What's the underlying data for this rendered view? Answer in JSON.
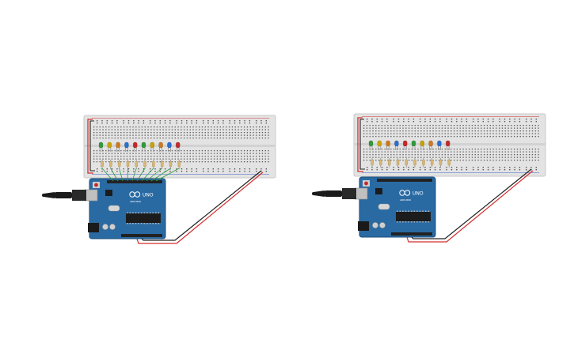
{
  "circuits": [
    {
      "name": "circuit-1",
      "board_brand": "UNO",
      "board_label": "ARDUINO",
      "led_colors": [
        "#2e9c3a",
        "#c9a400",
        "#d07a18",
        "#2a6fd1",
        "#c62828",
        "#2e9c3a",
        "#c9a400",
        "#d07a18",
        "#2a6fd1",
        "#c62828"
      ],
      "signal_wire_color": "#2e9c3a"
    },
    {
      "name": "circuit-2",
      "board_brand": "UNO",
      "board_label": "ARDUINO",
      "led_colors": [
        "#2e9c3a",
        "#c9a400",
        "#d07a18",
        "#2a6fd1",
        "#c62828",
        "#2e9c3a",
        "#c9a400",
        "#d07a18",
        "#2a6fd1",
        "#c62828"
      ],
      "signal_wire_color": "#2e9c3a"
    }
  ],
  "colors": {
    "breadboard": "#e3e3e3",
    "arduino": "#2a6aa3",
    "power_wire": "#d32f2f",
    "ground_wire": "#222222",
    "usb_cable": "#1b1b1b"
  }
}
